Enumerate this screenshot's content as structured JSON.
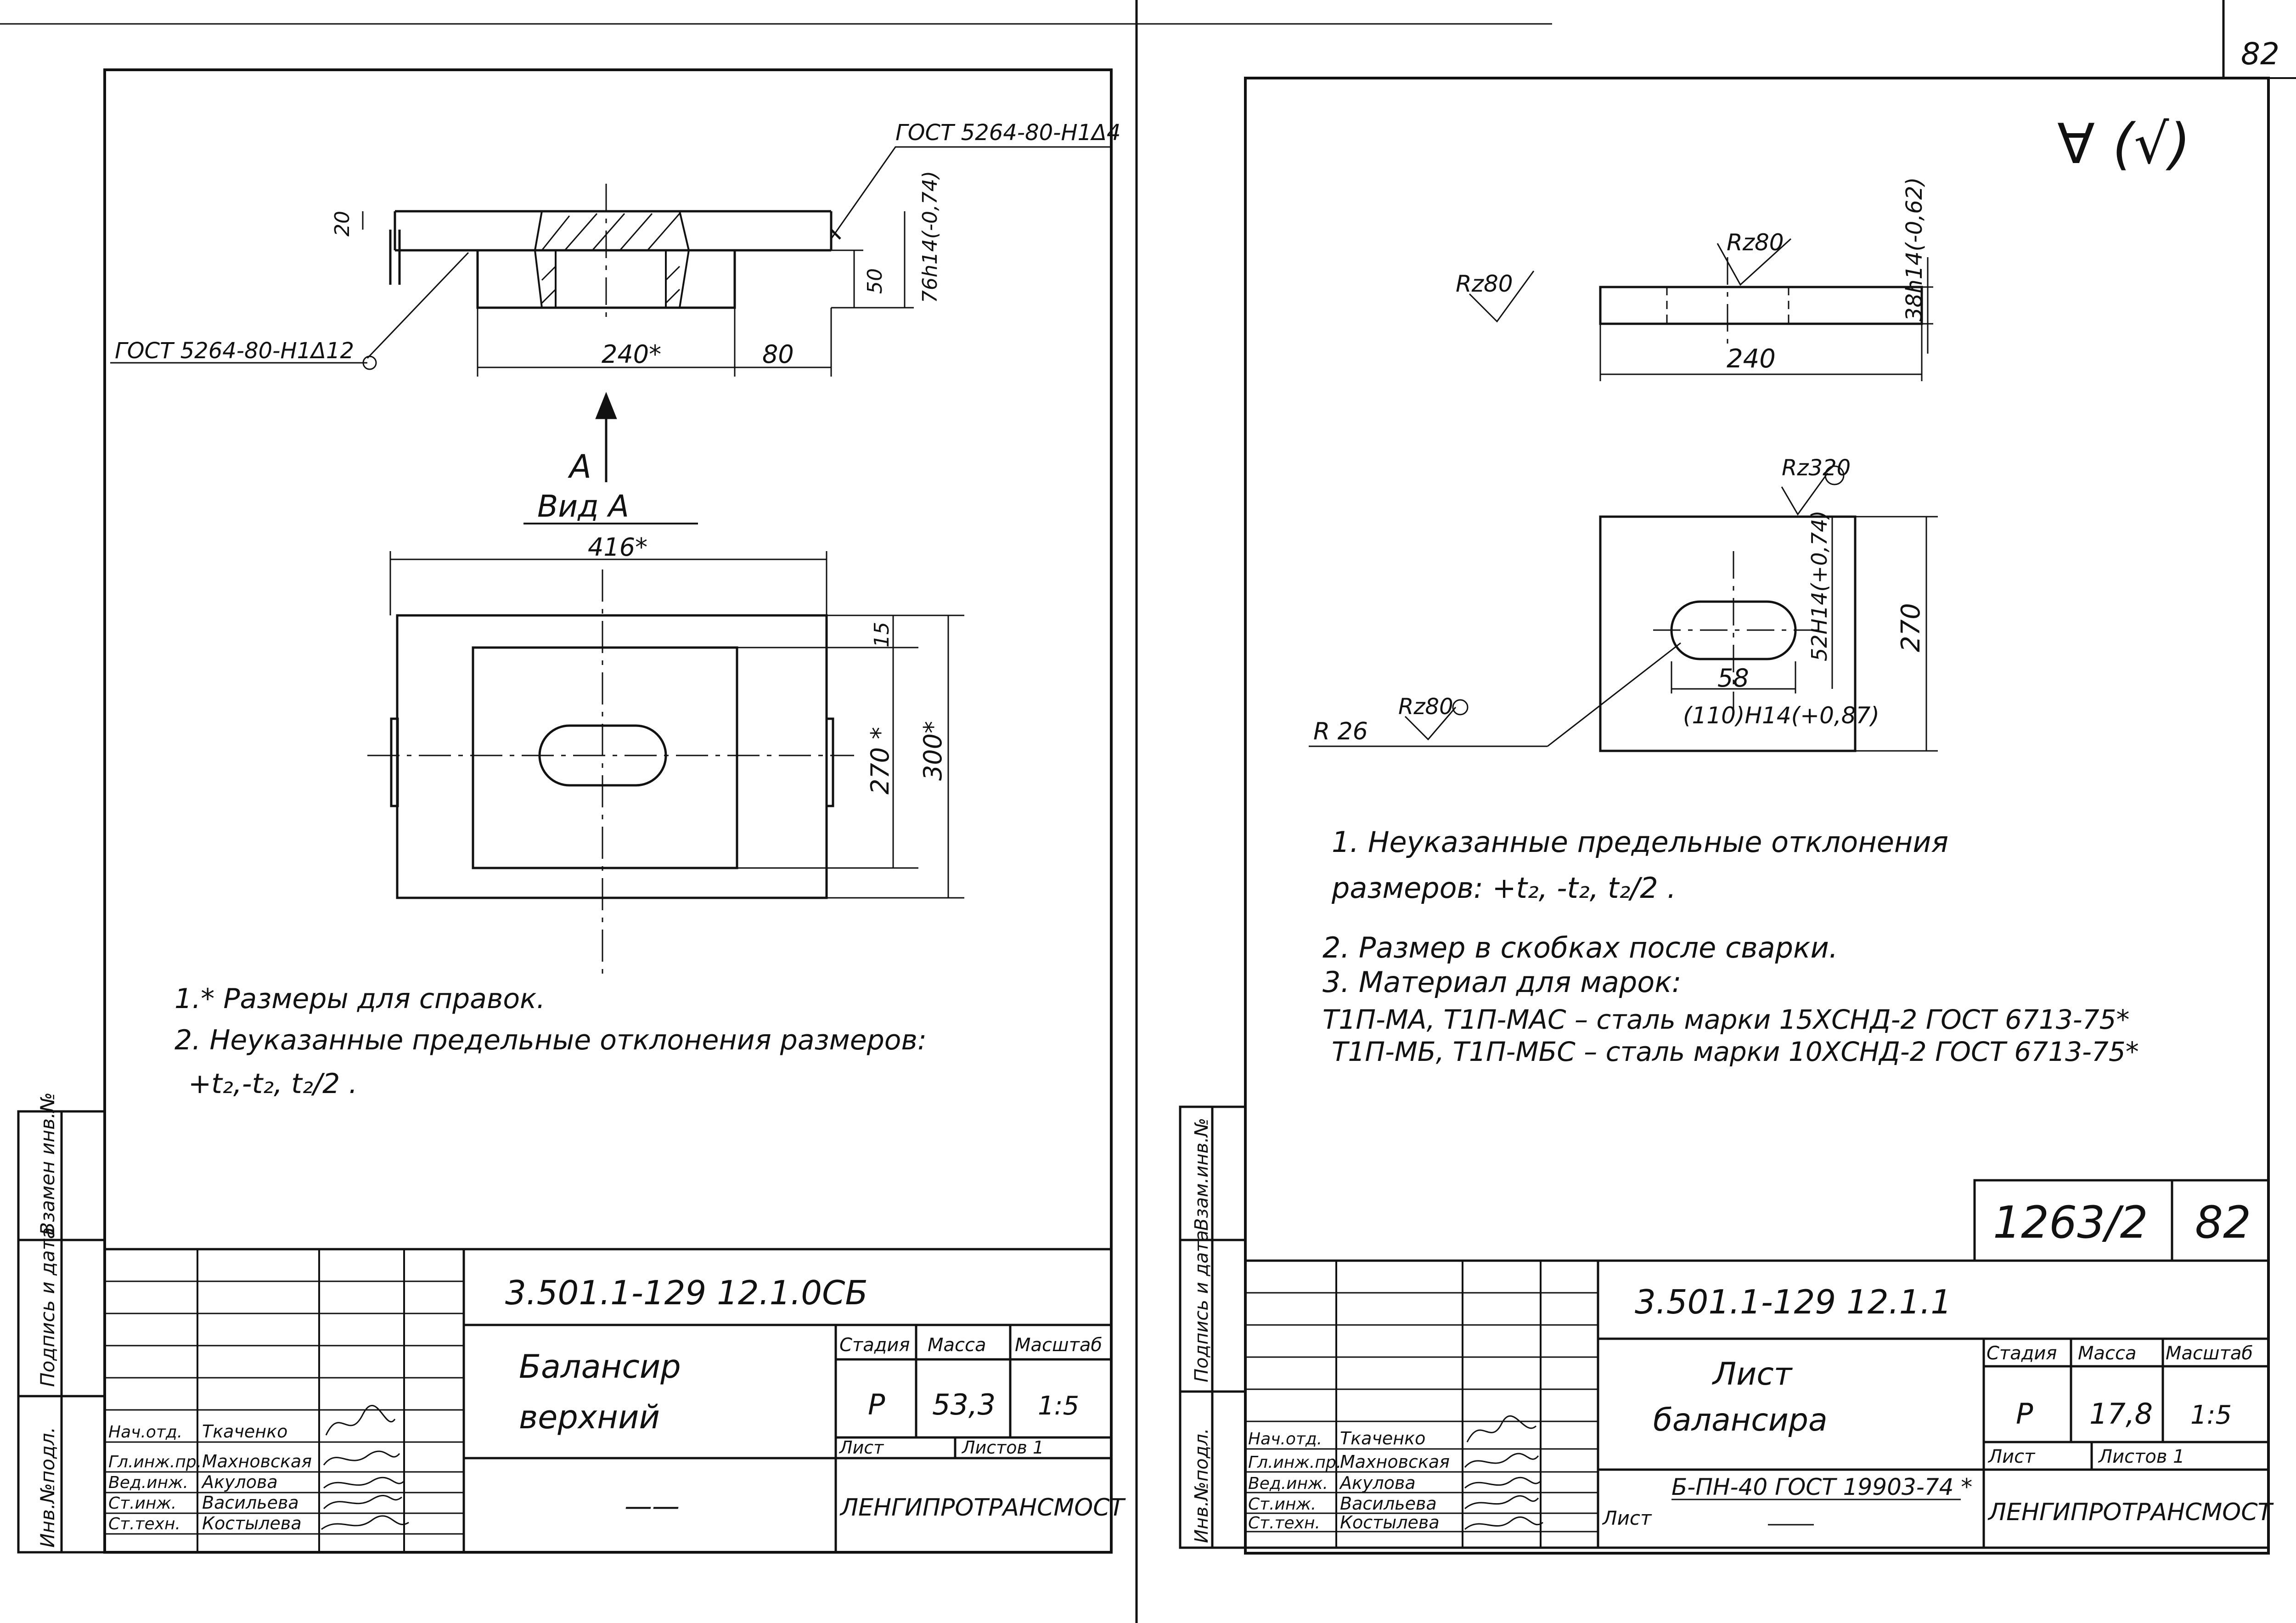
{
  "page_number": "82",
  "left_sheet": {
    "gost_top": "ГОСТ 5264-80-Н1Δ4",
    "gost_bottom": "ГОСТ 5264-80-Н1Δ12",
    "dims": {
      "d20": "20",
      "d50": "50",
      "d76": "76h14(-0,74)",
      "d240": "240*",
      "d80": "80",
      "d416": "416*",
      "d15": "15",
      "d270": "270 *",
      "d300": "300*"
    },
    "view_arrow": "А",
    "view_label": "Вид А",
    "notes": [
      "1.* Размеры для справок.",
      "2. Неуказанные предельные отклонения размеров:",
      "+t₂,-t₂, t₂/2 ."
    ],
    "title_block": {
      "code": "3.501.1-129    12.1.0СБ",
      "name_line1": "Балансир",
      "name_line2": "верхний",
      "col_stage": "Стадия",
      "col_mass": "Масса",
      "col_scale": "Масштаб",
      "stage": "Р",
      "mass": "53,3",
      "scale": "1:5",
      "sheet_label": "Лист",
      "sheets_label": "Листов  1",
      "org": "ЛЕНГИПРОТРАНСМОСТ",
      "dash": "——",
      "roles": [
        "Нач.отд.",
        "Гл.инж.пр.",
        "Вед.инж.",
        "Ст.инж.",
        "Ст.техн."
      ],
      "names": [
        "Ткаченко",
        "Махновская",
        "Акулова",
        "Васильева",
        "Костылева"
      ]
    },
    "side_labels": [
      "Инв.№подл.",
      "Подпись и дата",
      "Взамен инв.№"
    ]
  },
  "right_sheet": {
    "roughness_mark": "∀ (√)",
    "rz_a": "Rz80",
    "rz_b": "Rz80",
    "rz_c": "Rz320",
    "rz_d": "Rz80",
    "dims": {
      "d38": "38h14(-0,62)",
      "d240": "240",
      "d270": "270",
      "d52": "52H14(+0,74)",
      "d58": "58",
      "d110": "(110)H14(+0,87)",
      "r26": "R 26"
    },
    "notes": [
      "1. Неуказанные предельные отклонения",
      "размеров: +t₂, -t₂, t₂/2 .",
      "2. Размер в скобках после сварки.",
      "3.  Материал для марок:",
      "Т1П-МА, Т1П-МАС – сталь марки 15ХСНД-2 ГОСТ 6713-75*",
      "Т1П-МБ, Т1П-МБС – сталь марки 10ХСНД-2 ГОСТ 6713-75*"
    ],
    "stamp_code": "1263/2",
    "stamp_page": "82",
    "title_block": {
      "code": "3.501.1-129    12.1.1",
      "name_line1": "Лист",
      "name_line2": "балансира",
      "col_stage": "Стадия",
      "col_mass": "Масса",
      "col_scale": "Масштаб",
      "stage": "Р",
      "mass": "17,8",
      "scale": "1:5",
      "sheet_label": "Лист",
      "sheets_label": "Листов  1",
      "org": "ЛЕНГИПРОТРАНСМОСТ",
      "ref_label": "Лист",
      "ref": "Б-ПН-40 ГОСТ 19903-74 *",
      "roles": [
        "Нач.отд.",
        "Гл.инж.пр.",
        "Вед.инж.",
        "Ст.инж.",
        "Ст.техн."
      ],
      "names": [
        "Ткаченко",
        "Махновская",
        "Акулова",
        "Васильева",
        "Костылева"
      ]
    },
    "side_labels": [
      "Инв.№подл.",
      "Подпись и дата",
      "Взам.инв.№"
    ]
  }
}
